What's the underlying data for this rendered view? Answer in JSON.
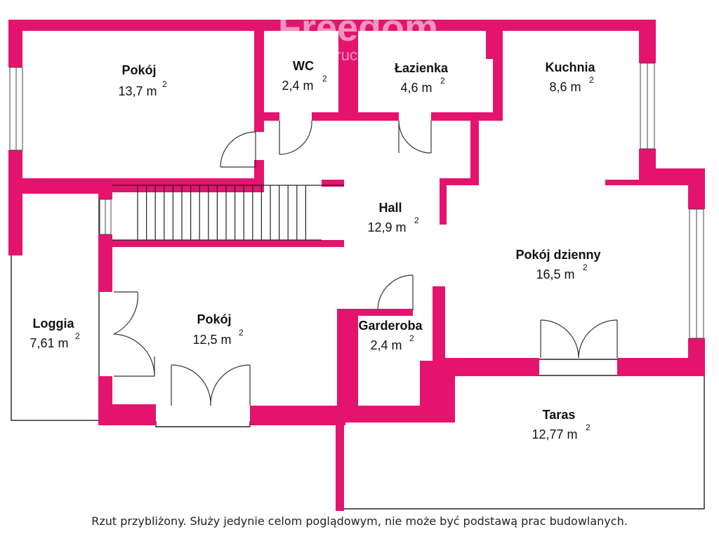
{
  "watermark": {
    "brand": "Freedom",
    "sub": "nieruchomości"
  },
  "rooms": [
    {
      "id": "pokoj-1",
      "name": "Pokój",
      "area": "13,7 m",
      "unit_sup": "2"
    },
    {
      "id": "wc",
      "name": "WC",
      "area": "2,4 m",
      "unit_sup": "2"
    },
    {
      "id": "lazienka",
      "name": "Łazienka",
      "area": "4,6 m",
      "unit_sup": "2"
    },
    {
      "id": "kuchnia",
      "name": "Kuchnia",
      "area": "8,6 m",
      "unit_sup": "2"
    },
    {
      "id": "hall",
      "name": "Hall",
      "area": "12,9 m",
      "unit_sup": "2"
    },
    {
      "id": "pokoj-dzienny",
      "name": "Pokój dzienny",
      "area": "16,5 m",
      "unit_sup": "2"
    },
    {
      "id": "loggia",
      "name": "Loggia",
      "area": "7,61 m",
      "unit_sup": "2"
    },
    {
      "id": "pokoj-2",
      "name": "Pokój",
      "area": "12,5 m",
      "unit_sup": "2"
    },
    {
      "id": "garderoba",
      "name": "Garderoba",
      "area": "2,4 m",
      "unit_sup": "2"
    },
    {
      "id": "taras",
      "name": "Taras",
      "area": "12,77 m",
      "unit_sup": "2"
    }
  ],
  "caption": "Rzut przybliżony. Służy jedynie celom poglądowym, nie może być podstawą prac budowlanych.",
  "colors": {
    "wall": "#e4146e",
    "line": "#222222"
  }
}
